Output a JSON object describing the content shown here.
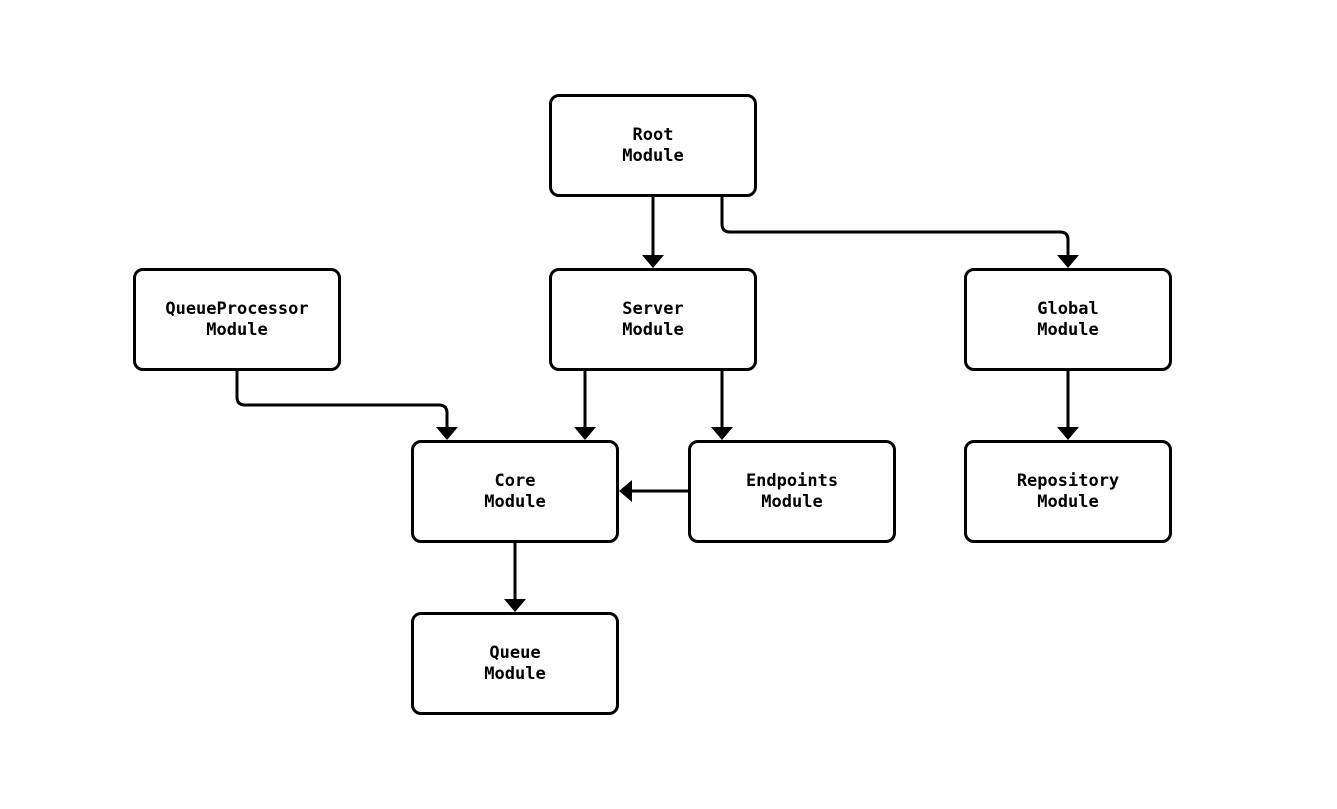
{
  "diagram": {
    "type": "module-dependency-flowchart",
    "background_color": "#ffffff",
    "node_fill_color": "#ffffff",
    "stroke_color": "#000000",
    "text_color": "#000000",
    "nodes": {
      "root": {
        "label": "Root\nModule"
      },
      "server": {
        "label": "Server\nModule"
      },
      "queue_processor": {
        "label": "QueueProcessor\nModule"
      },
      "global": {
        "label": "Global\nModule"
      },
      "core": {
        "label": "Core\nModule"
      },
      "endpoints": {
        "label": "Endpoints\nModule"
      },
      "repository": {
        "label": "Repository\nModule"
      },
      "queue": {
        "label": "Queue\nModule"
      }
    },
    "edges": [
      {
        "from": "root",
        "to": "server"
      },
      {
        "from": "root",
        "to": "global"
      },
      {
        "from": "queue_processor",
        "to": "core"
      },
      {
        "from": "server",
        "to": "core"
      },
      {
        "from": "server",
        "to": "endpoints"
      },
      {
        "from": "endpoints",
        "to": "core"
      },
      {
        "from": "global",
        "to": "repository"
      },
      {
        "from": "core",
        "to": "queue"
      }
    ]
  }
}
